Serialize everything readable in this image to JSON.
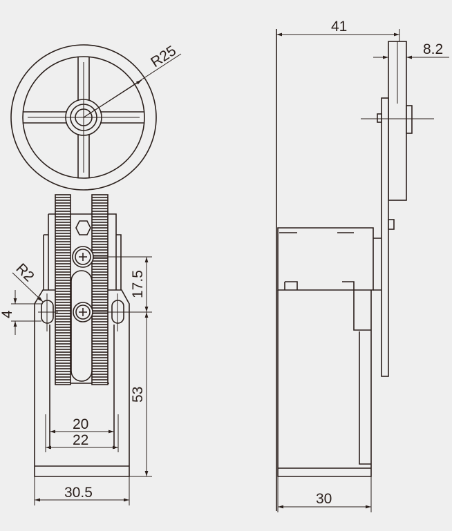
{
  "drawing": {
    "front_view": {
      "wheel_radius": "R25",
      "slot_radius": "R2",
      "slot_height": "4",
      "screw_spacing": "17.5",
      "height_to_base": "53",
      "inner_width": "20",
      "outer_width": "22",
      "base_width": "30.5"
    },
    "side_view": {
      "overall_depth": "41",
      "wheel_thickness": "8.2",
      "body_depth": "30"
    }
  },
  "colors": {
    "background": "#efefef",
    "line": "#2a1f1b"
  }
}
